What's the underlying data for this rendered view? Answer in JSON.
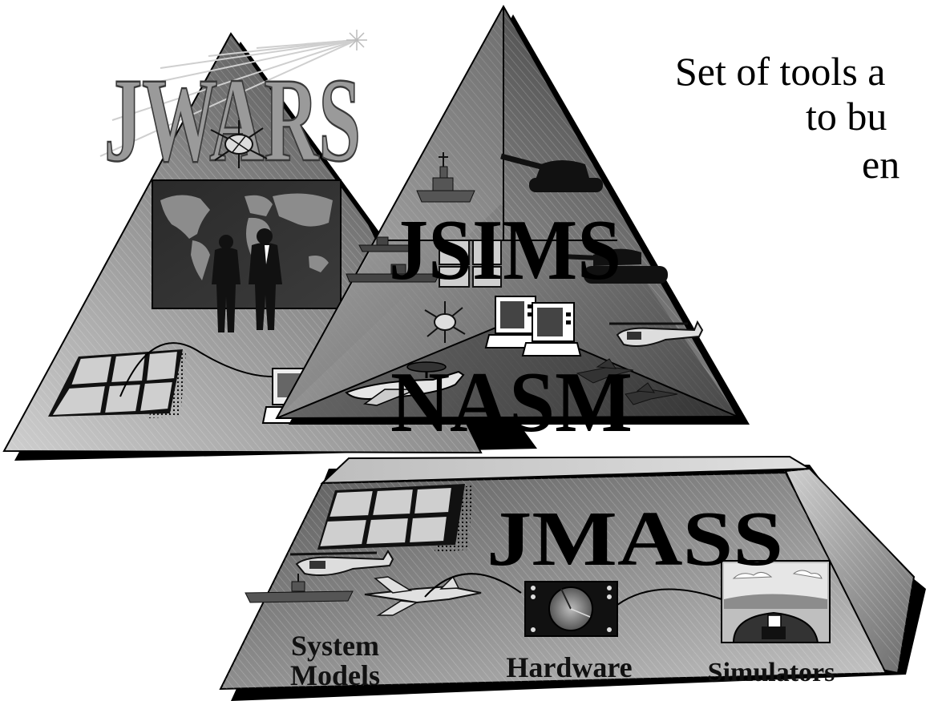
{
  "intro": {
    "line1": "Set of tools a",
    "line2": "to bu",
    "line3": "en"
  },
  "labels": {
    "jwars": "JWARS",
    "jsims": "JSIMS",
    "nasm": "NASM",
    "jmass": "JMASS",
    "system": "System",
    "models": "Models",
    "hardware": "Hardware",
    "simulators": "Simulators"
  },
  "colors": {
    "panel_dark": "#3c3c3c",
    "panel_mid": "#8a8a8a",
    "panel_light": "#c8c8c8",
    "shadow": "#000000",
    "background": "#ffffff"
  },
  "icons": [
    "map-icon",
    "people-icon",
    "satellite-icon",
    "ship-icon",
    "tank-icon",
    "artillery-icon",
    "computer-icon",
    "helicopter-icon",
    "jet-icon",
    "awacs-icon",
    "grid-icon",
    "radar-icon",
    "cockpit-icon",
    "carrier-icon"
  ]
}
